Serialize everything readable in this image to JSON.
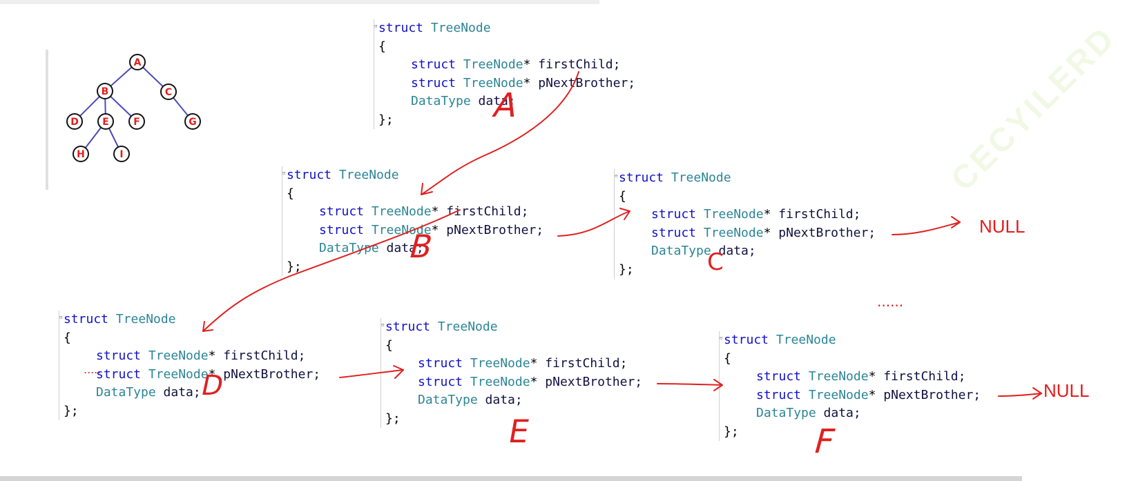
{
  "code": {
    "line1_kw": "struct",
    "line1_type": "TreeNode",
    "open_brace": "{",
    "kw": "struct",
    "type": "TreeNode",
    "star": "*",
    "field_child": "firstChild;",
    "field_brother": "pNextBrother;",
    "data_type": "DataType",
    "data_field": "data;",
    "close_brace": "};"
  },
  "labels": {
    "A": "A",
    "B": "B",
    "C": "C",
    "D": "D",
    "E": "E",
    "F": "F",
    "null_1": "NULL",
    "null_2": "NULL",
    "ellipsis": "......",
    "dots_small": "....."
  },
  "tree": {
    "nodes": [
      "A",
      "B",
      "C",
      "D",
      "E",
      "F",
      "G",
      "H",
      "I"
    ],
    "edges": [
      [
        "A",
        "B"
      ],
      [
        "A",
        "C"
      ],
      [
        "B",
        "D"
      ],
      [
        "B",
        "E"
      ],
      [
        "B",
        "F"
      ],
      [
        "C",
        "G"
      ],
      [
        "E",
        "H"
      ],
      [
        "E",
        "I"
      ]
    ]
  },
  "watermark": "CECYILERD",
  "colors": {
    "keyword": "#1010c8",
    "type": "#2b8596",
    "ink": "#e02020",
    "tree_edge": "#4a4ab8",
    "tree_label": "#e02020"
  }
}
